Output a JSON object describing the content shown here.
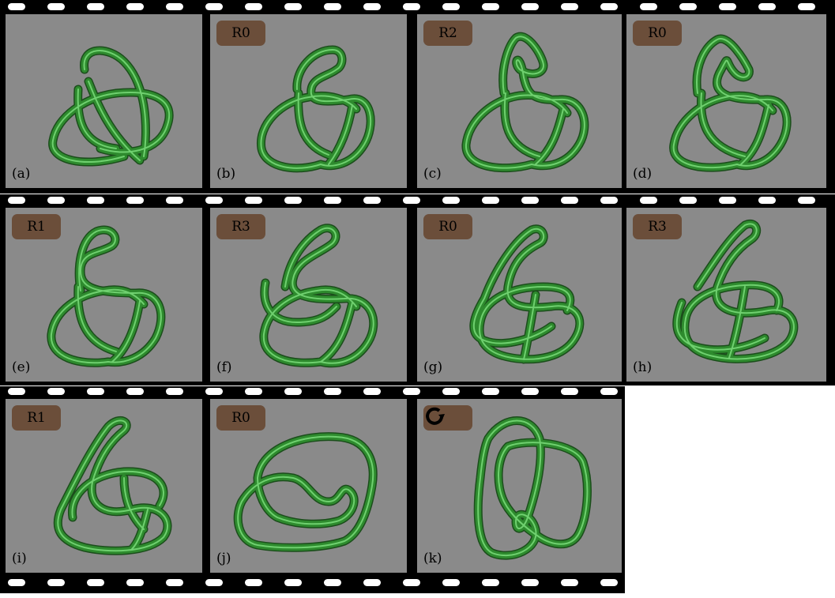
{
  "colors": {
    "film": "#000000",
    "frame_bg": "#8a8a8a",
    "badge": "#6b4e3a",
    "knot": "#2e8b2e",
    "knot_dark": "#1b4d1b"
  },
  "frames": [
    {
      "id": "a",
      "label": "(a)",
      "move": ""
    },
    {
      "id": "b",
      "label": "(b)",
      "move": "R0"
    },
    {
      "id": "c",
      "label": "(c)",
      "move": "R2"
    },
    {
      "id": "d",
      "label": "(d)",
      "move": "R0"
    },
    {
      "id": "e",
      "label": "(e)",
      "move": "R1"
    },
    {
      "id": "f",
      "label": "(f)",
      "move": "R3"
    },
    {
      "id": "g",
      "label": "(g)",
      "move": "R0"
    },
    {
      "id": "h",
      "label": "(h)",
      "move": "R3"
    },
    {
      "id": "i",
      "label": "(i)",
      "move": "R1"
    },
    {
      "id": "j",
      "label": "(j)",
      "move": "R0"
    },
    {
      "id": "k",
      "label": "(k)",
      "move": "",
      "icon": "rotate-icon"
    }
  ]
}
